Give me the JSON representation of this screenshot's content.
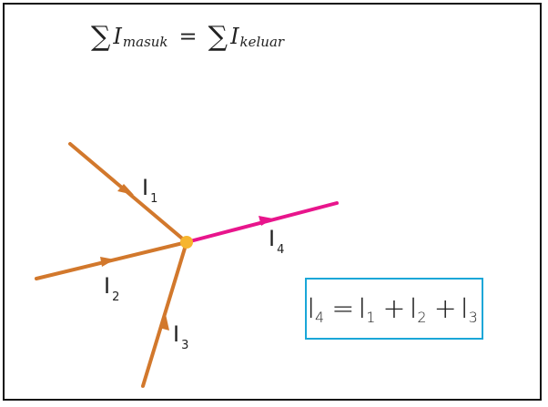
{
  "formula": {
    "sum_symbol": "∑",
    "lhs_var": "I",
    "lhs_sub": "masuk",
    "equals": "=",
    "rhs_var": "I",
    "rhs_sub": "keluar"
  },
  "labels": {
    "I1": {
      "main": "I",
      "sub": "1"
    },
    "I2": {
      "main": "I",
      "sub": "2"
    },
    "I3": {
      "main": "I",
      "sub": "3"
    },
    "I4": {
      "main": "I",
      "sub": "4"
    }
  },
  "result": {
    "t0": "I",
    "s0": "4",
    "eq": "=",
    "t1": "I",
    "s1": "1",
    "p1": "+",
    "t2": "I",
    "s2": "2",
    "p2": "+",
    "t3": "I",
    "s3": "3"
  },
  "colors": {
    "incoming": "#d2782c",
    "outgoing": "#e8158c",
    "junction": "#f6b52e",
    "box_border": "#1aa7d8"
  }
}
